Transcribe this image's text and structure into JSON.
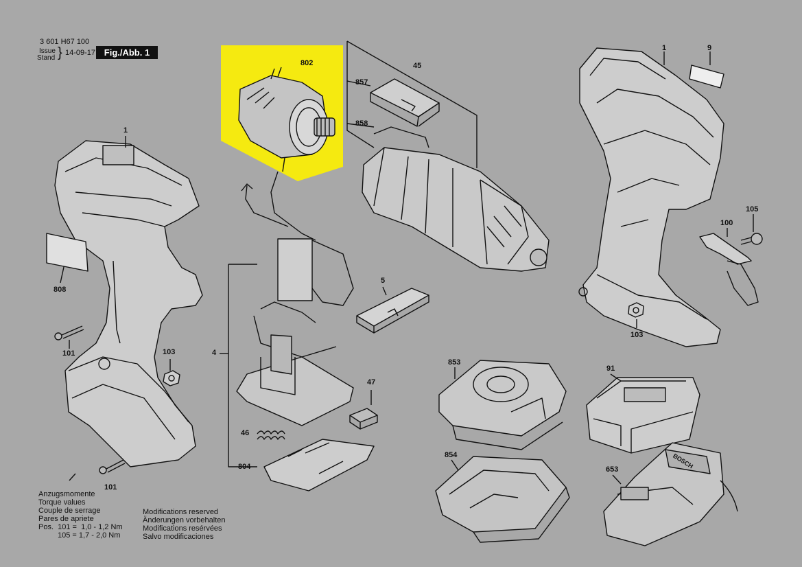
{
  "header": {
    "doc_number": "3 601 H67 100",
    "issue_label": "Issue",
    "stand_label": "Stand",
    "brace": "}",
    "date": "14-09-17",
    "figure": "Fig./Abb. 1"
  },
  "parts": {
    "p802": "802",
    "p45": "45",
    "p857": "857",
    "p858": "858",
    "p1_left": "1",
    "p1_right": "1",
    "p9": "9",
    "p808": "808",
    "p101_upper": "101",
    "p101_lower": "101",
    "p103_left": "103",
    "p103_right": "103",
    "p4": "4",
    "p5": "5",
    "p47": "47",
    "p46": "46",
    "p804": "804",
    "p105": "105",
    "p100": "100",
    "p853": "853",
    "p91": "91",
    "p854": "854",
    "p653": "653"
  },
  "torque_notes": {
    "line1": "Anzugsmomente",
    "line2": "Torque values",
    "line3": "Couple de serrage",
    "line4": "Pares de apriete",
    "line5": "Pos.  101 =  1,0 - 1,2 Nm",
    "line6": "105 = 1,7 - 2,0 Nm"
  },
  "modification_notes": {
    "line1": "Modifications reserved",
    "line2": "Änderungen vorbehalten",
    "line3": "Modifications resérvées",
    "line4": "Salvo modificaciones"
  },
  "charger_brand": "BOSCH",
  "colors": {
    "background": "#a8a8a8",
    "highlight": "#f5ea10",
    "line": "#111111"
  }
}
